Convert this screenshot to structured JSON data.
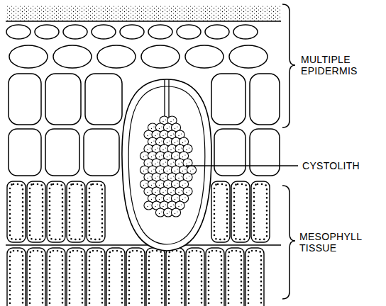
{
  "diagram": {
    "labels": [
      "MULTIPLE EPIDERMIS",
      "CYSTOLITH",
      "MESOPHYLL TISSUE"
    ]
  }
}
